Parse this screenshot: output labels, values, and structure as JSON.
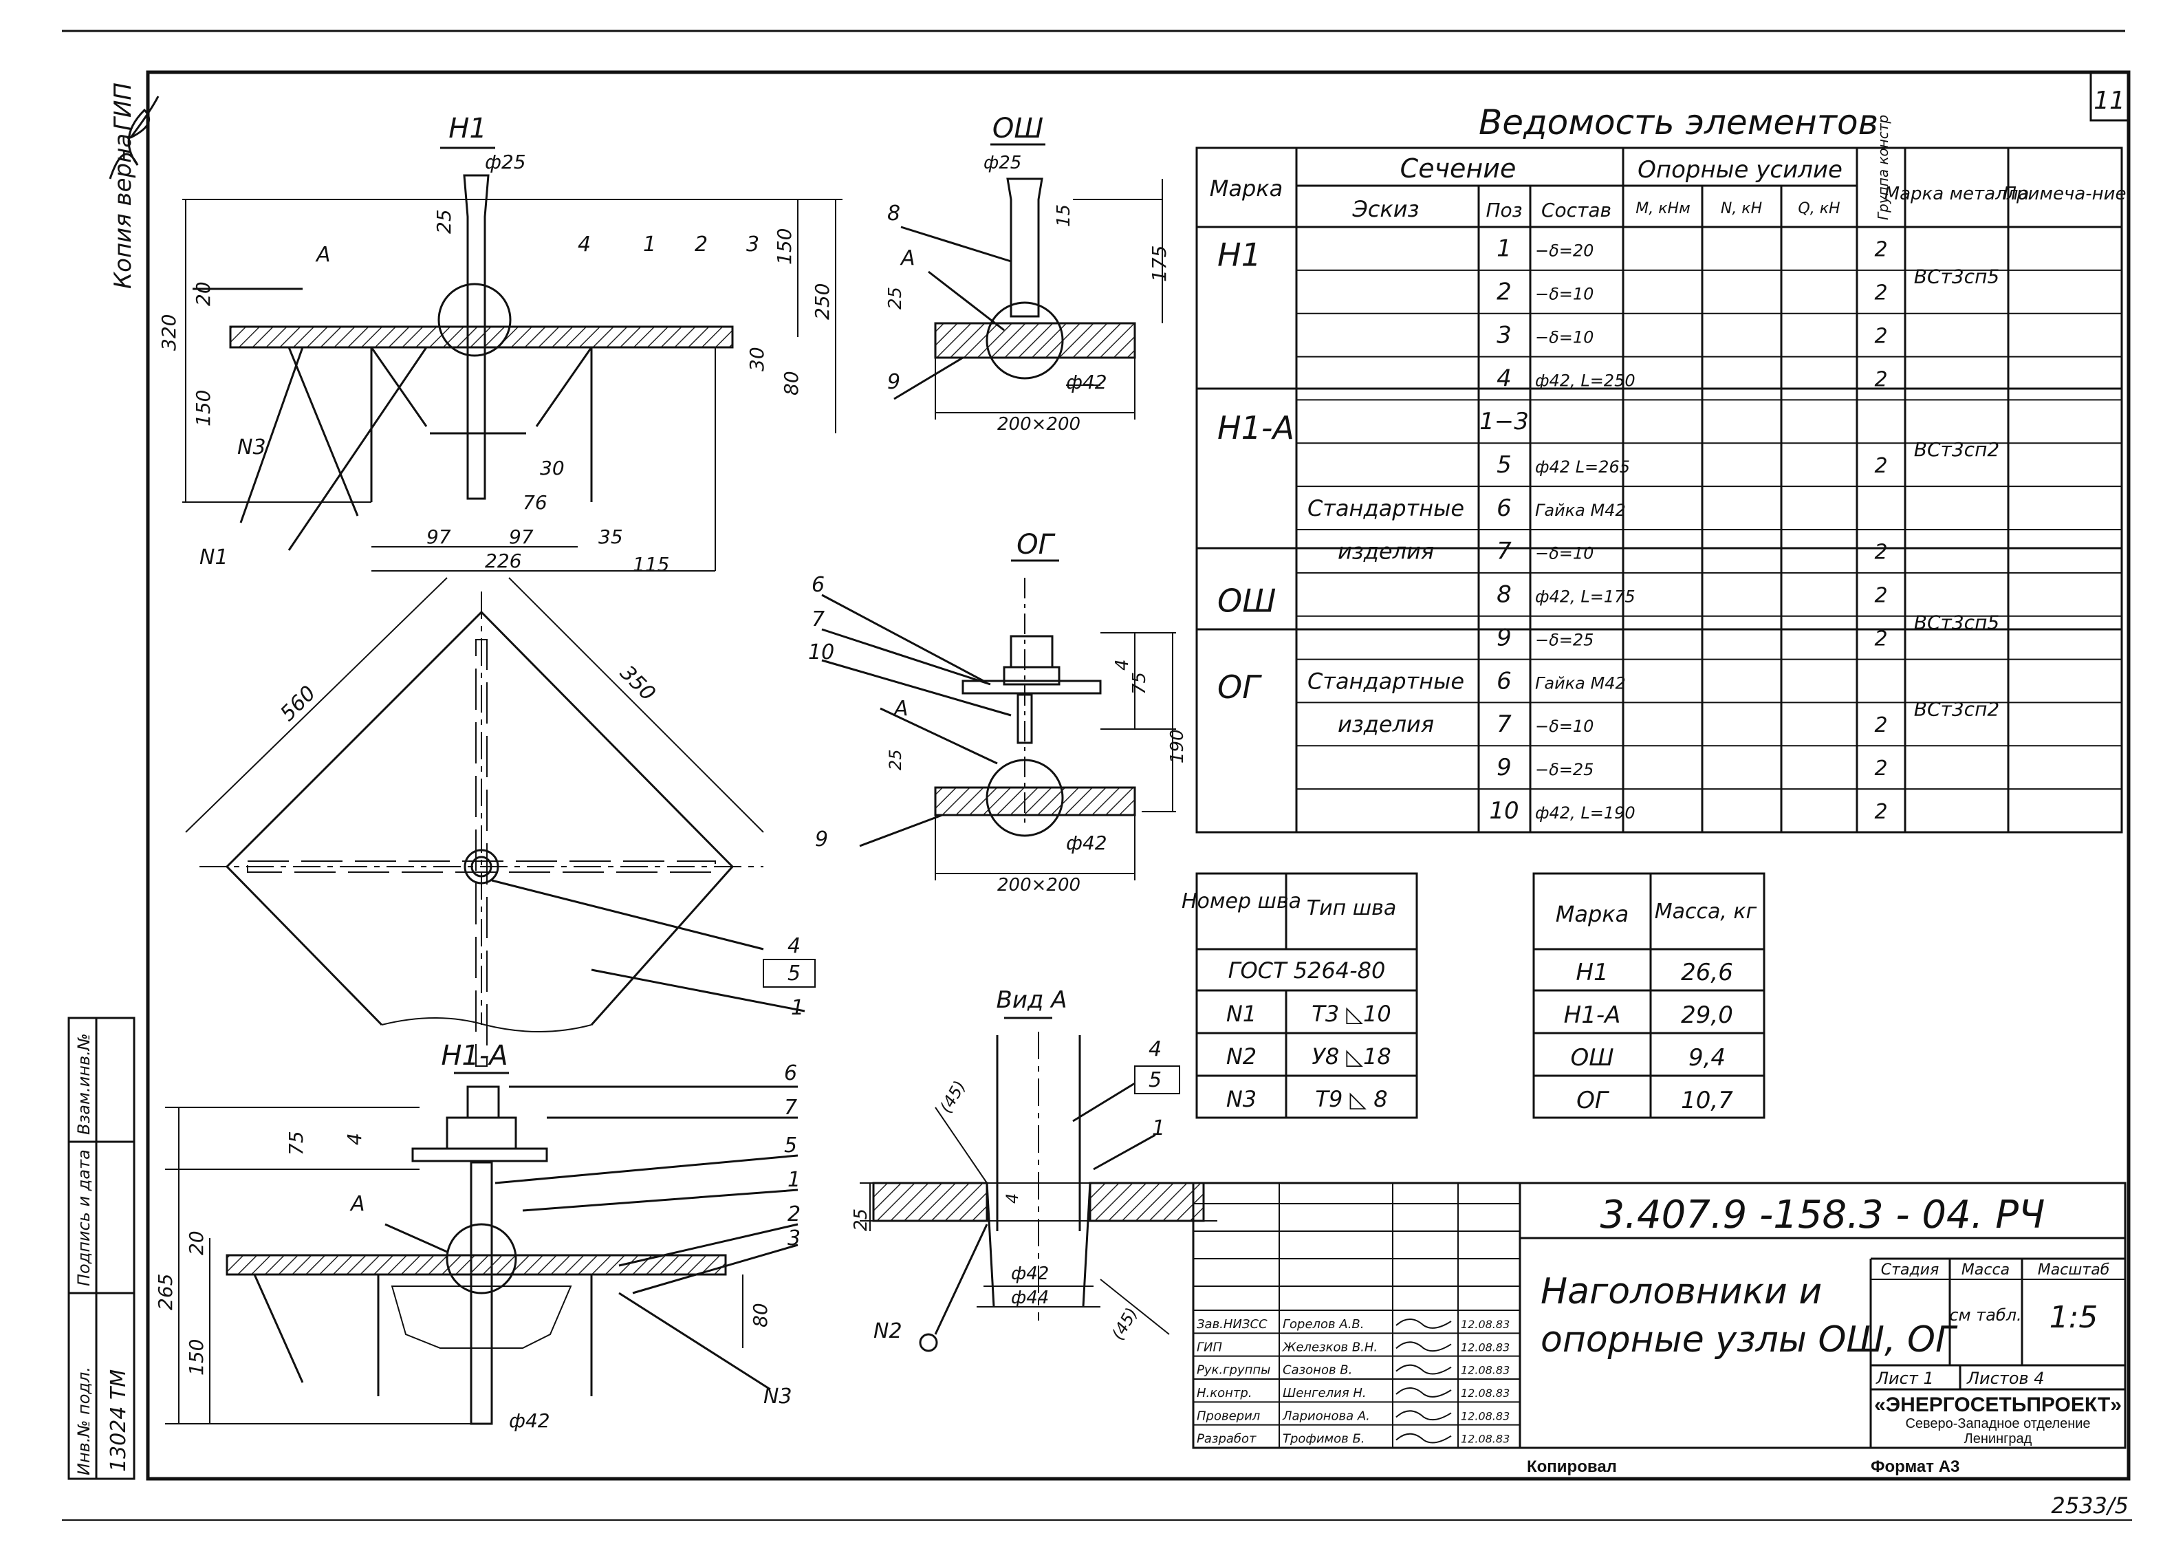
{
  "sheet": {
    "sheet_number": "11",
    "copy_note": "Копия верна",
    "gip_label": "ГИП",
    "inv_no": "13024 ТМ",
    "side_labels": [
      "Инв.№ подл.",
      "Подпись и дата",
      "Взам.инв.№"
    ],
    "bottom_number": "2533/5",
    "kopiroval": "Копировал",
    "format": "Формат А3"
  },
  "views": {
    "h1": {
      "title": "Н1",
      "dims": [
        "ф25",
        "25",
        "320",
        "20",
        "150",
        "150",
        "250",
        "30",
        "80",
        "30",
        "76",
        "97",
        "97",
        "35",
        "115",
        "226"
      ],
      "labels": [
        "А",
        "4",
        "1",
        "2",
        "3",
        "N3",
        "N1"
      ]
    },
    "osh": {
      "title": "ОШ",
      "dims": [
        "ф25",
        "15",
        "175",
        "25",
        "ф42",
        "200×200"
      ],
      "labels": [
        "8",
        "А",
        "9"
      ]
    },
    "og": {
      "title": "ОГ",
      "dims": [
        "4",
        "75",
        "190",
        "25",
        "ф42",
        "200×200"
      ],
      "labels": [
        "6",
        "7",
        "10",
        "А",
        "9"
      ]
    },
    "plan": {
      "dims": [
        "560",
        "350"
      ],
      "labels": [
        "4",
        "5",
        "1"
      ]
    },
    "h1a": {
      "title": "Н1-А",
      "dims": [
        "75",
        "4",
        "265",
        "20",
        "150",
        "80",
        "ф42"
      ],
      "labels": [
        "6",
        "7",
        "5",
        "1",
        "2",
        "3",
        "А",
        "N3"
      ]
    },
    "vid_a": {
      "title": "Вид А",
      "dims": [
        "(45)",
        "25",
        "4",
        "ф42",
        "ф44",
        "(45)"
      ],
      "labels": [
        "4",
        "5",
        "1",
        "N2"
      ]
    }
  },
  "elements_table": {
    "title": "Ведомость элементов",
    "headers": {
      "marka": "Марка",
      "sechenie": "Сечение",
      "eskiz": "Эскиз",
      "poz": "Поз",
      "sostav": "Состав",
      "opornye": "Опорные усилие",
      "m": "М, кНм",
      "n": "N, кН",
      "q": "Q, кН",
      "gruppa": "Группа констр",
      "marka_metalla": "Марка металла",
      "primechanie": "Примеча-ние"
    },
    "rows": [
      {
        "marka": "Н1",
        "eskiz": "",
        "poz": "1",
        "sostav": "−δ=20",
        "gruppa": "2",
        "metal": "ВСт3сп5"
      },
      {
        "marka": "",
        "eskiz": "",
        "poz": "2",
        "sostav": "−δ=10",
        "gruppa": "2",
        "metal": ""
      },
      {
        "marka": "",
        "eskiz": "",
        "poz": "3",
        "sostav": "−δ=10",
        "gruppa": "2",
        "metal": ""
      },
      {
        "marka": "",
        "eskiz": "",
        "poz": "4",
        "sostav": "ф42, L=250",
        "gruppa": "2",
        "metal": ""
      },
      {
        "marka": "Н1-А",
        "eskiz": "",
        "poz": "1−3",
        "sostav": "",
        "gruppa": "",
        "metal": "ВСт3сп2"
      },
      {
        "marka": "",
        "eskiz": "",
        "poz": "5",
        "sostav": "ф42 L=265",
        "gruppa": "2",
        "metal": ""
      },
      {
        "marka": "",
        "eskiz": "Стандартные",
        "poz": "6",
        "sostav": "Гайка М42",
        "gruppa": "",
        "metal": ""
      },
      {
        "marka": "",
        "eskiz": "изделия",
        "poz": "7",
        "sostav": "−δ=10",
        "gruppa": "2",
        "metal": ""
      },
      {
        "marka": "ОШ",
        "eskiz": "",
        "poz": "8",
        "sostav": "ф42, L=175",
        "gruppa": "2",
        "metal": "ВСт3сп5"
      },
      {
        "marka": "",
        "eskiz": "",
        "poz": "9",
        "sostav": "−δ=25",
        "gruppa": "2",
        "metal": ""
      },
      {
        "marka": "ОГ",
        "eskiz": "Стандартные",
        "poz": "6",
        "sostav": "Гайка М42",
        "gruppa": "",
        "metal": "ВСт3сп2"
      },
      {
        "marka": "",
        "eskiz": "изделия",
        "poz": "7",
        "sostav": "−δ=10",
        "gruppa": "2",
        "metal": ""
      },
      {
        "marka": "",
        "eskiz": "",
        "poz": "9",
        "sostav": "−δ=25",
        "gruppa": "2",
        "metal": ""
      },
      {
        "marka": "",
        "eskiz": "",
        "poz": "10",
        "sostav": "ф42, L=190",
        "gruppa": "2",
        "metal": ""
      }
    ]
  },
  "weld_table": {
    "headers": [
      "Номер шва",
      "Тип шва"
    ],
    "gost": "ГОСТ 5264-80",
    "rows": [
      [
        "N1",
        "Т3 ◺10"
      ],
      [
        "N2",
        "У8 ◺18"
      ],
      [
        "N3",
        "Т9 ◺ 8"
      ]
    ]
  },
  "mass_table": {
    "headers": [
      "Марка",
      "Масса, кг"
    ],
    "rows": [
      [
        "Н1",
        "26,6"
      ],
      [
        "Н1-А",
        "29,0"
      ],
      [
        "ОШ",
        "9,4"
      ],
      [
        "ОГ",
        "10,7"
      ]
    ]
  },
  "title_block": {
    "doc_code": "3.407.9 -158.3 - 04. РЧ",
    "title_line1": "Наголовники и",
    "title_line2": "опорные узлы ОШ, ОГ",
    "stadiya": "Стадия",
    "massa": "Масса",
    "masshtab": "Масштаб",
    "massa_val": "см табл.",
    "scale": "1:5",
    "list": "Лист 1",
    "listov": "Листов 4",
    "org": "«ЭНЕРГОСЕТЬПРОЕКТ»",
    "org_sub1": "Северо-Западное отделение",
    "org_sub2": "Ленинград",
    "signers": [
      [
        "Зав.НИЗСС",
        "Горелов А.В.",
        "12.08.83"
      ],
      [
        "ГИП",
        "Железков В.Н.",
        "12.08.83"
      ],
      [
        "Рук.группы",
        "Сазонов В.",
        "12.08.83"
      ],
      [
        "Н.контр.",
        "Шенгелия Н.",
        "12.08.83"
      ],
      [
        "Проверил",
        "Ларионова А.",
        "12.08.83"
      ],
      [
        "Разработ",
        "Трофимов Б.",
        "12.08.83"
      ]
    ]
  }
}
